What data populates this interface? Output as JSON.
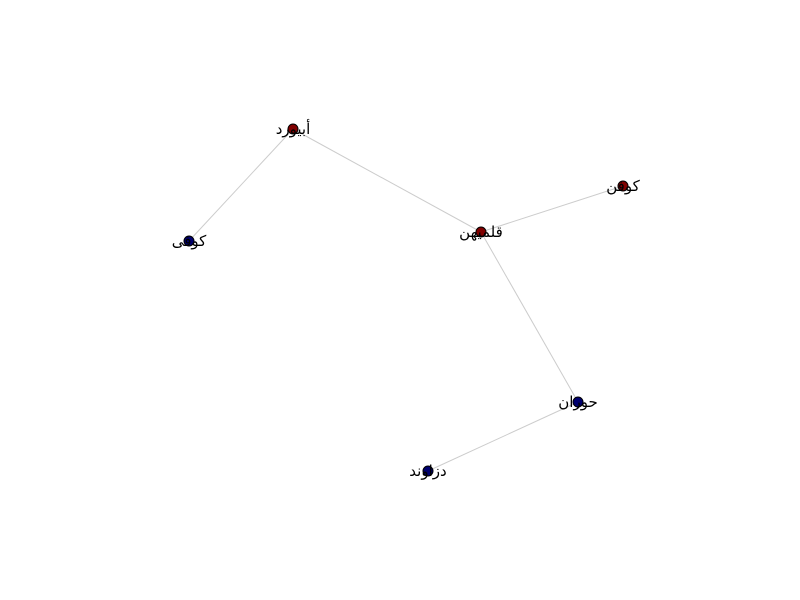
{
  "graph": {
    "colors": {
      "group_red": "#800000",
      "group_blue": "#00006e",
      "edge": "#cccccc"
    },
    "nodes": [
      {
        "id": "abivard",
        "label": "أبیورد",
        "group": "group_red"
      },
      {
        "id": "kufi",
        "label": "كوفی",
        "group": "group_blue"
      },
      {
        "id": "qalmihan",
        "label": "قلمیهن",
        "group": "group_red"
      },
      {
        "id": "kufan",
        "label": "كوفن",
        "group": "group_red"
      },
      {
        "id": "hovaran",
        "label": "حوران",
        "group": "group_blue"
      },
      {
        "id": "dazavand",
        "label": "دزاوند",
        "group": "group_blue"
      }
    ],
    "edges": [
      {
        "source": "abivard",
        "target": "kufi"
      },
      {
        "source": "abivard",
        "target": "qalmihan"
      },
      {
        "source": "qalmihan",
        "target": "kufan"
      },
      {
        "source": "qalmihan",
        "target": "hovaran"
      },
      {
        "source": "hovaran",
        "target": "dazavand"
      }
    ]
  }
}
